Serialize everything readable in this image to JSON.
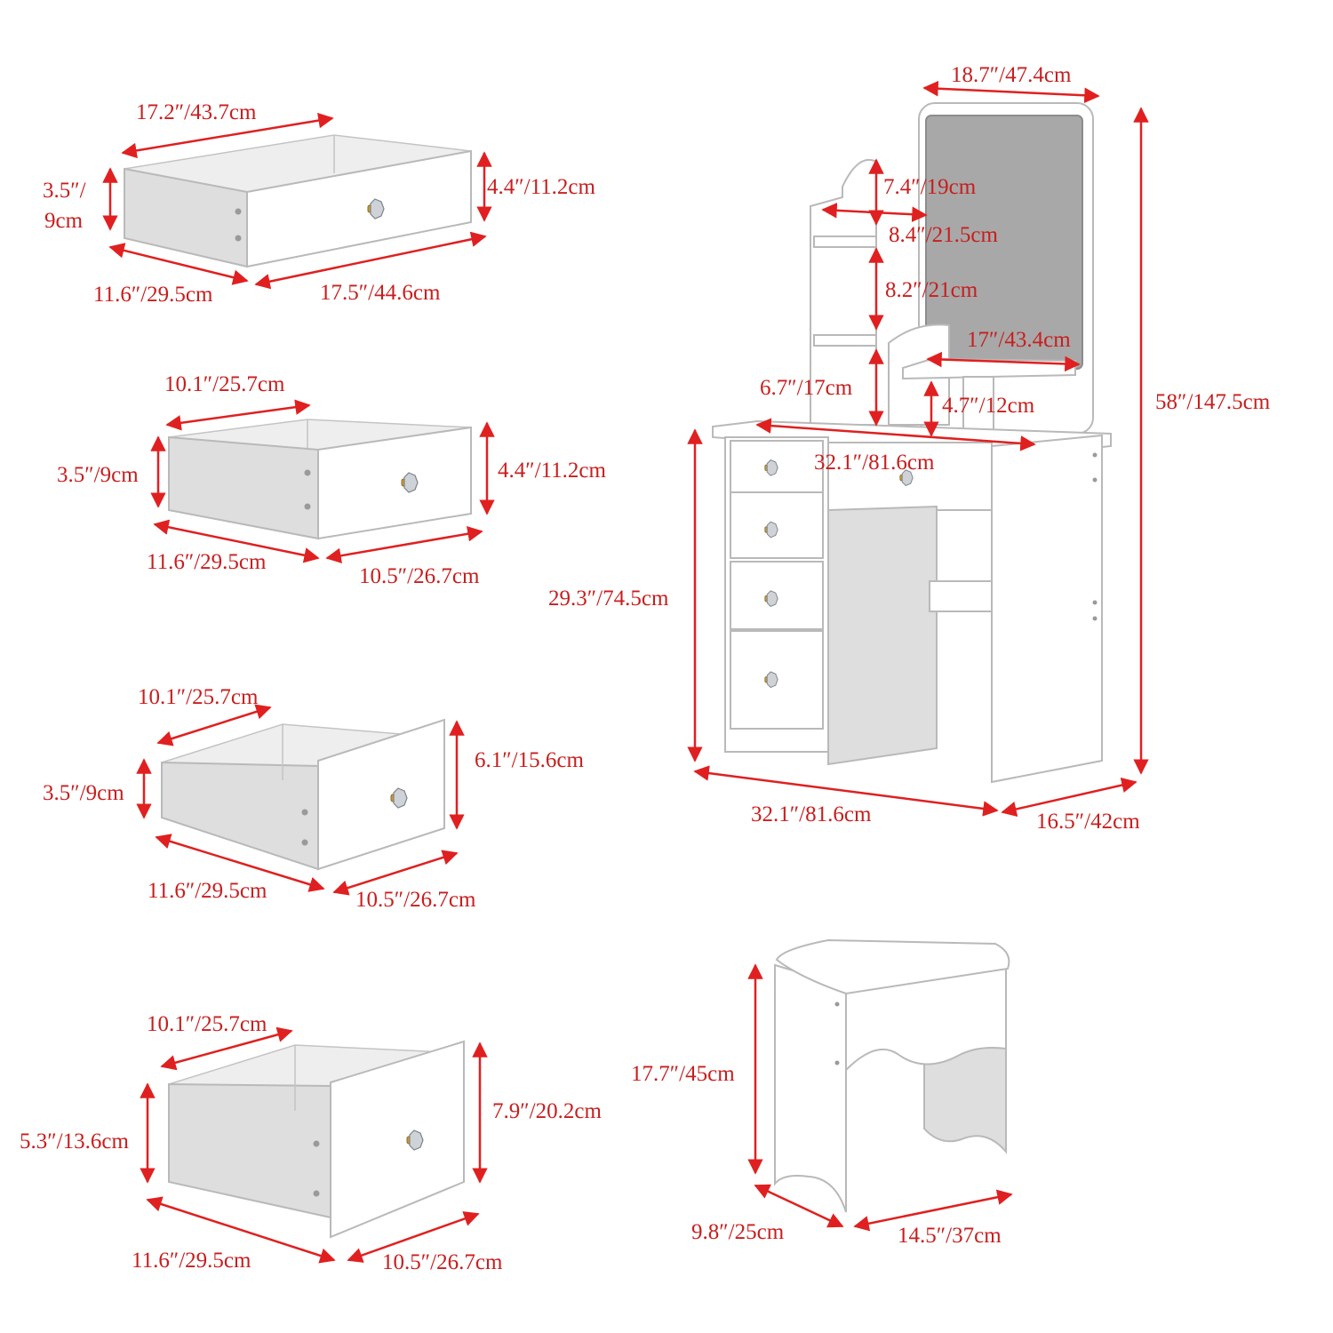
{
  "colors": {
    "dimension": "#e02020",
    "label": "#c81e1e",
    "furniture": "#ffffff",
    "mirror": "#a8a8a8",
    "knob": "#c89a3c"
  },
  "drawer1": {
    "top_width": "17.2″/43.7cm",
    "side_height": "3.5″/",
    "side_height_cm": "9cm",
    "front_height": "4.4″/11.2cm",
    "depth": "11.6″/29.5cm",
    "front_width": "17.5″/44.6cm"
  },
  "drawer2": {
    "top_width": "10.1″/25.7cm",
    "side_height": "3.5″/9cm",
    "front_height": "4.4″/11.2cm",
    "depth": "11.6″/29.5cm",
    "front_width": "10.5″/26.7cm"
  },
  "drawer3": {
    "top_width": "10.1″/25.7cm",
    "side_height": "3.5″/9cm",
    "front_height": "6.1″/15.6cm",
    "depth": "11.6″/29.5cm",
    "front_width": "10.5″/26.7cm"
  },
  "drawer4": {
    "top_width": "10.1″/25.7cm",
    "side_height": "5.3″/13.6cm",
    "front_height": "7.9″/20.2cm",
    "depth": "11.6″/29.5cm",
    "front_width": "10.5″/26.7cm"
  },
  "vanity": {
    "mirror_width": "18.7″/47.4cm",
    "top_shelf_height": "7.4″/19cm",
    "shelf_width": "8.4″/21.5cm",
    "middle_shelf_height": "8.2″/21cm",
    "small_shelf_width": "17″/43.4cm",
    "lower_shelf_height": "6.7″/17cm",
    "small_shelf_height": "4.7″/12cm",
    "top_width": "32.1″/81.6cm",
    "table_height": "29.3″/74.5cm",
    "total_height": "58″/147.5cm",
    "width": "32.1″/81.6cm",
    "depth": "16.5″/42cm"
  },
  "stool": {
    "height": "17.7″/45cm",
    "depth": "9.8″/25cm",
    "width": "14.5″/37cm"
  }
}
